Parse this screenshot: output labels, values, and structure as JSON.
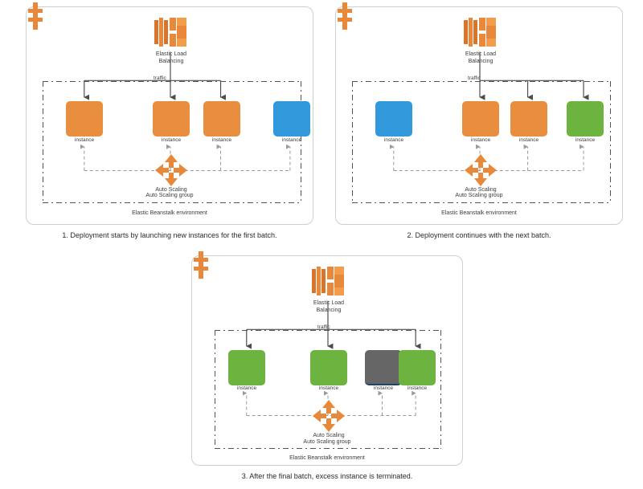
{
  "diagram": {
    "title": "Elastic Beanstalk rolling deployment with additional batch",
    "colors": {
      "orange": "#E98E3E",
      "blue": "#3399DD",
      "green": "#6DB33F",
      "gray": "#666666",
      "panel_border": "#CFCFCF",
      "dash_border": "#555555",
      "arrow": "#4D4D4D",
      "scaling_line": "#9A9A9A"
    },
    "labels": {
      "elb": "Elastic Load\nBalancing",
      "traffic": "traffic",
      "instance": "instance",
      "auto_scaling": "Auto Scaling",
      "auto_scaling_group": "Auto Scaling group",
      "environment": "Elastic Beanstalk environment"
    },
    "icons": {
      "beanstalk": "elastic-beanstalk-icon",
      "elb": "elastic-load-balancing-icon",
      "autoscaling": "auto-scaling-icon"
    },
    "panels": [
      {
        "id": 1,
        "caption": "1. Deployment starts by launching new instances for the first batch.",
        "instances": [
          {
            "label": "instance",
            "state": "orange",
            "traffic": true
          },
          {
            "label": "instance",
            "state": "orange",
            "traffic": true
          },
          {
            "label": "instance",
            "state": "orange",
            "traffic": true
          },
          {
            "label": "instance",
            "state": "blue",
            "traffic": false
          }
        ]
      },
      {
        "id": 2,
        "caption": "2. Deployment continues with the next batch.",
        "instances": [
          {
            "label": "instance",
            "state": "blue",
            "traffic": false
          },
          {
            "label": "instance",
            "state": "orange",
            "traffic": true
          },
          {
            "label": "instance",
            "state": "orange",
            "traffic": true
          },
          {
            "label": "instance",
            "state": "green",
            "traffic": true
          }
        ]
      },
      {
        "id": 3,
        "caption": "3. After the final batch, excess instance is terminated.",
        "instances": [
          {
            "label": "instance",
            "state": "green",
            "traffic": true
          },
          {
            "label": "instance",
            "state": "green",
            "traffic": true
          },
          {
            "label": "instance",
            "state": "gray",
            "traffic": false
          },
          {
            "label": "instance",
            "state": "green",
            "traffic": true
          }
        ]
      }
    ]
  }
}
